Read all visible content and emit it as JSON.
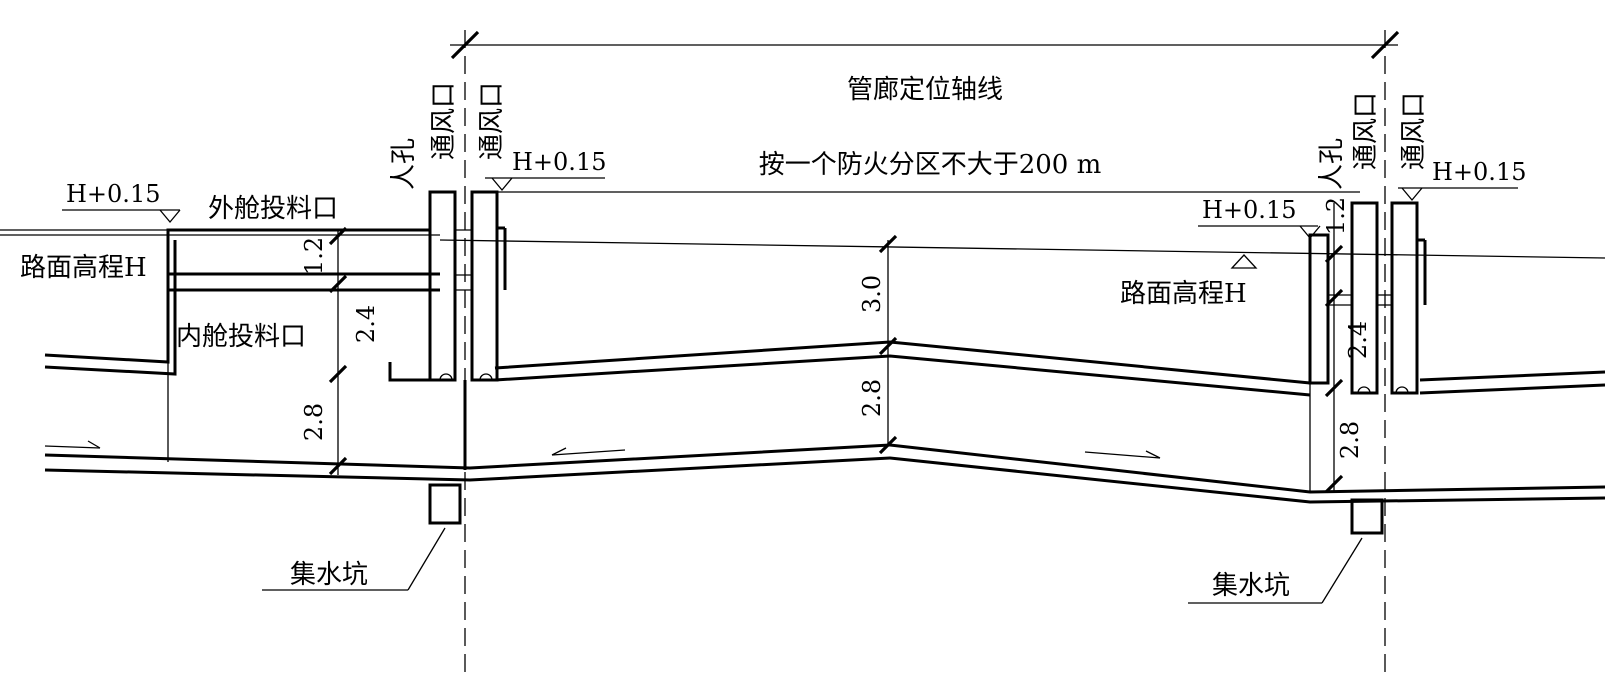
{
  "labels": {
    "axis_title": "管廊定位轴线",
    "fire_zone": "按一个防火分区不大于200 m",
    "outer_feed_port": "外舱投料口",
    "inner_feed_port": "内舱投料口",
    "road_elev_left": "路面高程H",
    "road_elev_right": "路面高程H",
    "h_left": "H+0.15",
    "h_mid": "H+0.15",
    "h_right_a": "H+0.15",
    "h_right_b": "H+0.15",
    "manhole_left": "人孔",
    "vent_left_1": "通风口",
    "vent_left_2": "通风口",
    "manhole_right": "人孔",
    "vent_right_1": "通风口",
    "vent_right_2": "通风口",
    "sump_left": "集水坑",
    "sump_right": "集水坑"
  },
  "dimensions": {
    "left_1_2": "1.2",
    "left_2_4": "2.4",
    "left_2_8": "2.8",
    "mid_3_0": "3.0",
    "mid_2_8": "2.8",
    "right_1_2": "1.2",
    "right_2_4": "2.4",
    "right_2_8": "2.8"
  }
}
